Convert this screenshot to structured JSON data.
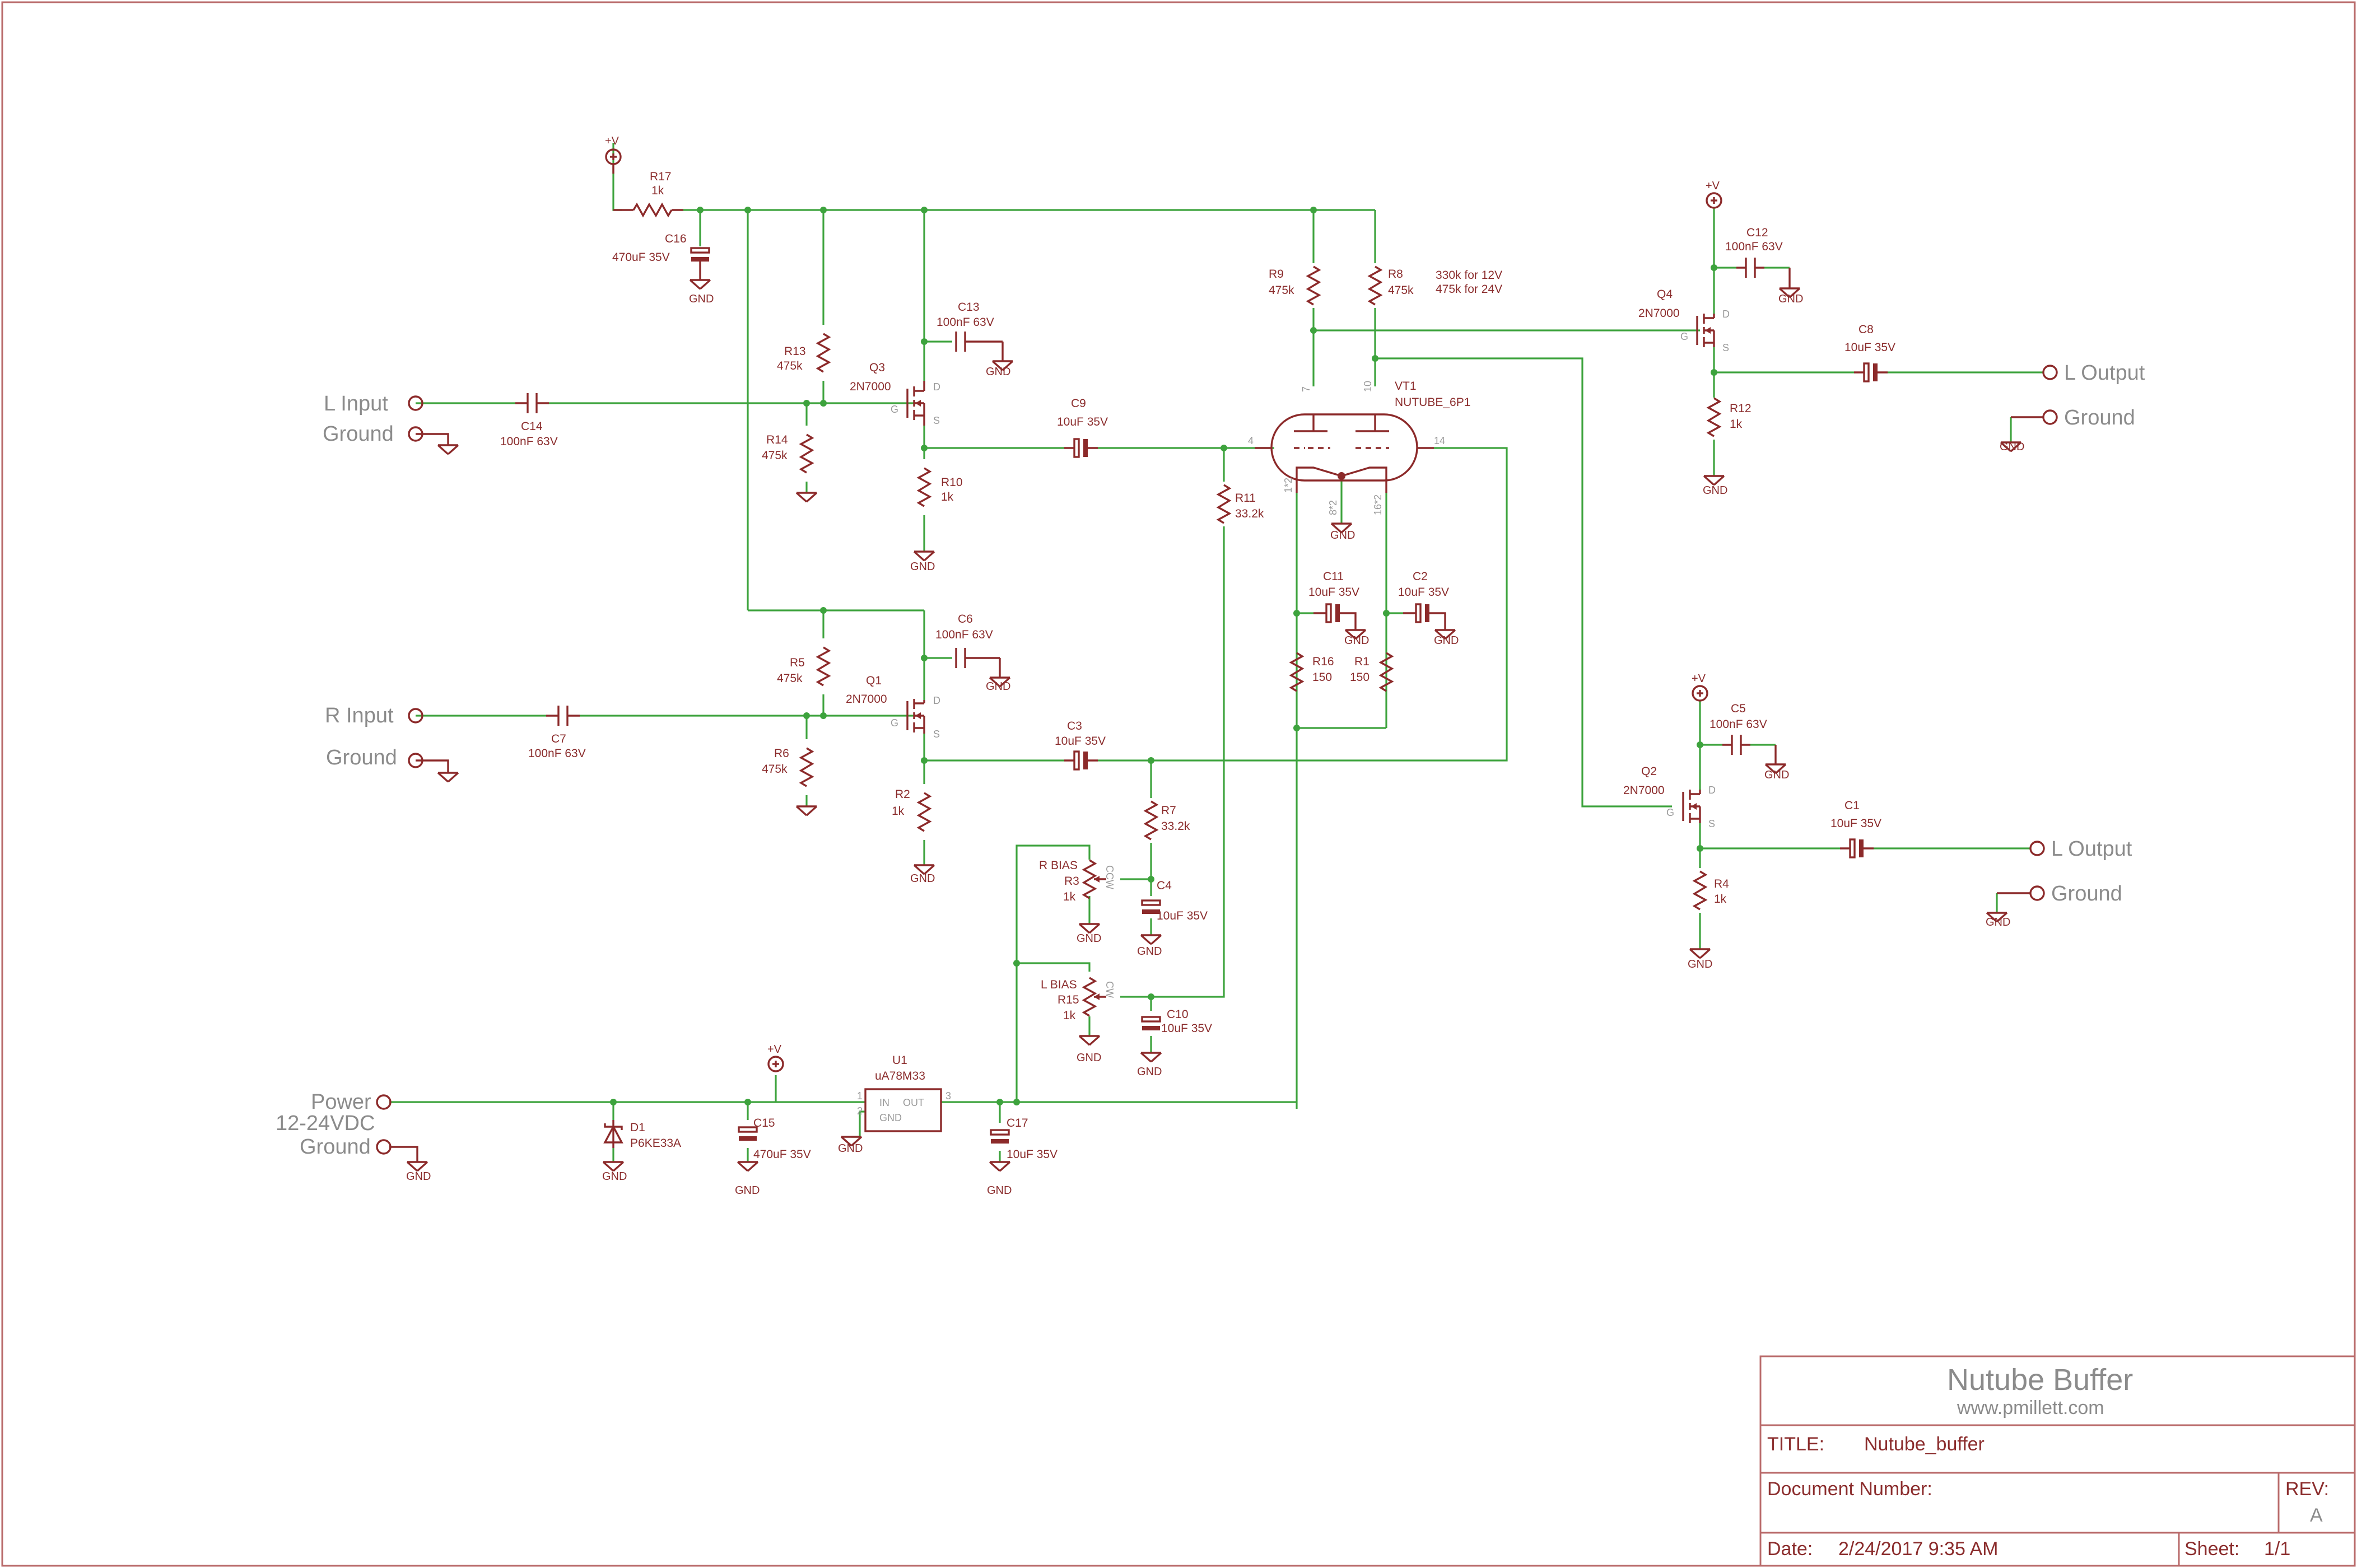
{
  "title_block": {
    "project": "Nutube Buffer",
    "website": "www.pmillett.com",
    "title_label": "TITLE:",
    "title_value": "Nutube_buffer",
    "docnum_label": "Document Number:",
    "rev_label": "REV:",
    "rev_value": "A",
    "date_label": "Date:",
    "date_value": "2/24/2017 9:35 AM",
    "sheet_label": "Sheet:",
    "sheet_value": "1/1"
  },
  "connectors": {
    "l_input": "L Input",
    "l_input_ground": "Ground",
    "r_input": "R Input",
    "r_input_ground": "Ground",
    "power": "Power",
    "power_range": "12-24VDC",
    "power_ground": "Ground",
    "out_top": "L Output",
    "out_top_ground": "Ground",
    "out_bottom": "L Output",
    "out_bottom_ground": "Ground"
  },
  "supply_label": "+V",
  "gnd_label": "GND",
  "note_r8": {
    "line1": "330k for 12V",
    "line2": "475k for 24V"
  },
  "components": {
    "R17": {
      "name": "R17",
      "value": "1k"
    },
    "C16": {
      "name": "C16",
      "value": "470uF 35V"
    },
    "R13": {
      "name": "R13",
      "value": "475k"
    },
    "R14": {
      "name": "R14",
      "value": "475k"
    },
    "C14": {
      "name": "C14",
      "value": "100nF 63V"
    },
    "Q3": {
      "name": "Q3",
      "value": "2N7000"
    },
    "C13": {
      "name": "C13",
      "value": "100nF 63V"
    },
    "R10": {
      "name": "R10",
      "value": "1k"
    },
    "C9": {
      "name": "C9",
      "value": "10uF 35V"
    },
    "R9": {
      "name": "R9",
      "value": "475k"
    },
    "R8": {
      "name": "R8",
      "value": "475k"
    },
    "VT1": {
      "name": "VT1",
      "value": "NUTUBE_6P1"
    },
    "R11": {
      "name": "R11",
      "value": "33.2k"
    },
    "C11": {
      "name": "C11",
      "value": "10uF 35V"
    },
    "C2": {
      "name": "C2",
      "value": "10uF 35V"
    },
    "R16": {
      "name": "R16",
      "value": "150"
    },
    "R1": {
      "name": "R1",
      "value": "150"
    },
    "R5": {
      "name": "R5",
      "value": "475k"
    },
    "R6": {
      "name": "R6",
      "value": "475k"
    },
    "C7": {
      "name": "C7",
      "value": "100nF 63V"
    },
    "Q1": {
      "name": "Q1",
      "value": "2N7000"
    },
    "C6": {
      "name": "C6",
      "value": "100nF 63V"
    },
    "R2": {
      "name": "R2",
      "value": "1k"
    },
    "C3": {
      "name": "C3",
      "value": "10uF 35V"
    },
    "R7": {
      "name": "R7",
      "value": "33.2k"
    },
    "R3": {
      "name": "R3",
      "value": "1k",
      "label": "R BIAS"
    },
    "C4": {
      "name": "C4",
      "value": "10uF 35V"
    },
    "R15": {
      "name": "R15",
      "value": "1k",
      "label": "L BIAS"
    },
    "C10": {
      "name": "C10",
      "value": "10uF 35V"
    },
    "D1": {
      "name": "D1",
      "value": "P6KE33A"
    },
    "C15": {
      "name": "C15",
      "value": "470uF 35V"
    },
    "U1": {
      "name": "U1",
      "value": "uA78M33",
      "pin_in": "IN",
      "pin_out": "OUT",
      "pin_gnd": "GND"
    },
    "C17": {
      "name": "C17",
      "value": "10uF 35V"
    },
    "C12": {
      "name": "C12",
      "value": "100nF 63V"
    },
    "Q4": {
      "name": "Q4",
      "value": "2N7000"
    },
    "C8": {
      "name": "C8",
      "value": "10uF 35V"
    },
    "R12": {
      "name": "R12",
      "value": "1k"
    },
    "C5": {
      "name": "C5",
      "value": "100nF 63V"
    },
    "Q2": {
      "name": "Q2",
      "value": "2N7000"
    },
    "C1": {
      "name": "C1",
      "value": "10uF 35V"
    },
    "R4": {
      "name": "R4",
      "value": "1k"
    }
  },
  "tube_pins": {
    "p4": "4",
    "p7": "7",
    "p10": "10",
    "p14": "14",
    "p1": "1*2",
    "p8": "8*2",
    "p16": "16*2"
  },
  "fet_pins": {
    "d": "D",
    "g": "G",
    "s": "S"
  },
  "pot_pins": {
    "ccw": "CCW",
    "cw": "CW"
  },
  "reg_pins": {
    "p1": "1",
    "p2": "2",
    "p3": "3"
  }
}
